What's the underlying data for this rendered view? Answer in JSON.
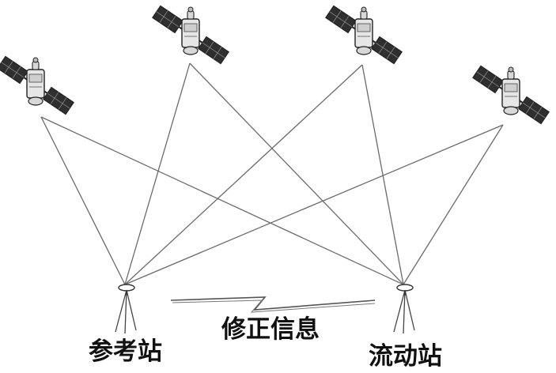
{
  "labels": {
    "reference_station": "参考站",
    "rover_station": "流动站",
    "correction_info": "修正信息"
  },
  "colors": {
    "line": "#6b6b6b",
    "satellite_body": "#e6e6e6",
    "satellite_panel": "#2f2f2f",
    "outline": "#222222"
  },
  "icons": {
    "satellite": "satellite-icon",
    "tripod": "tripod-icon",
    "signal": "lightning-icon"
  }
}
